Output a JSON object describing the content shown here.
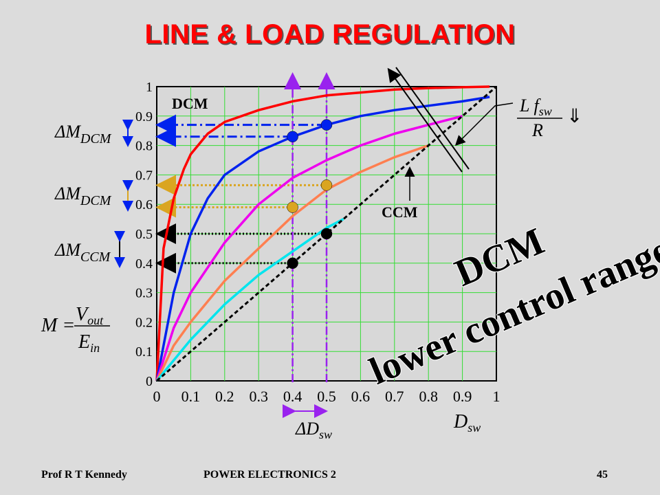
{
  "title": "LINE & LOAD REGULATION",
  "footer": {
    "author": "Prof R T Kennedy",
    "course": "POWER ELECTRONICS 2",
    "page": "45"
  },
  "labels": {
    "dcm": "DCM",
    "ccm": "CCM",
    "dcm_big": "DCM",
    "lower_control_range": "lower control range",
    "delta_m": "ΔM",
    "sub_dcm": "DCM",
    "sub_ccm": "CCM",
    "m_eq_lhs": "M =",
    "v_out": "V",
    "v_out_sub": "out",
    "e_in": "E",
    "e_in_sub": "in",
    "l_fsw": "L f",
    "fsw_sub": "sw",
    "r": "R",
    "down_arrow": "⇓",
    "delta_d": "ΔD",
    "d_sw": "D",
    "sw_sub": "sw"
  },
  "colors": {
    "title": "#ff0000",
    "background": "#dcdcdc",
    "grid": "#33dd33"
  },
  "chart_data": {
    "type": "line",
    "xlim": [
      0,
      1
    ],
    "ylim": [
      0,
      1
    ],
    "grid": true,
    "xticks": [
      "0",
      "0.1",
      "0.2",
      "0.3",
      "0.4",
      "0.5",
      "0.6",
      "0.7",
      "0.8",
      "0.9",
      "1"
    ],
    "yticks": [
      "0",
      "0.1",
      "0.2",
      "0.3",
      "0.4",
      "0.5",
      "0.6",
      "0.7",
      "0.8",
      "0.9",
      "1"
    ],
    "series": [
      {
        "color": "#ff0000",
        "x": [
          0,
          0.02,
          0.05,
          0.08,
          0.1,
          0.15,
          0.2,
          0.3,
          0.4,
          0.5,
          0.6,
          0.7,
          0.8,
          0.9,
          0.98
        ],
        "y": [
          0,
          0.45,
          0.62,
          0.72,
          0.77,
          0.84,
          0.88,
          0.92,
          0.95,
          0.97,
          0.98,
          0.99,
          0.995,
          0.998,
          1.0
        ]
      },
      {
        "color": "#0022ee",
        "x": [
          0,
          0.05,
          0.1,
          0.15,
          0.2,
          0.3,
          0.4,
          0.5,
          0.6,
          0.7,
          0.8,
          0.9,
          0.98
        ],
        "y": [
          0,
          0.3,
          0.5,
          0.62,
          0.7,
          0.78,
          0.83,
          0.87,
          0.9,
          0.92,
          0.935,
          0.95,
          0.965
        ]
      },
      {
        "color": "#ee00ee",
        "x": [
          0,
          0.05,
          0.1,
          0.2,
          0.3,
          0.4,
          0.5,
          0.6,
          0.7,
          0.8,
          0.9
        ],
        "y": [
          0,
          0.18,
          0.3,
          0.47,
          0.6,
          0.69,
          0.75,
          0.8,
          0.84,
          0.87,
          0.9
        ]
      },
      {
        "color": "#ff7f50",
        "x": [
          0,
          0.05,
          0.1,
          0.2,
          0.3,
          0.4,
          0.5,
          0.6,
          0.7,
          0.8
        ],
        "y": [
          0,
          0.12,
          0.2,
          0.34,
          0.45,
          0.56,
          0.65,
          0.71,
          0.76,
          0.8
        ]
      },
      {
        "color": "#00e5ee",
        "x": [
          0,
          0.1,
          0.2,
          0.3,
          0.4,
          0.5,
          0.55
        ],
        "y": [
          0,
          0.14,
          0.26,
          0.36,
          0.44,
          0.52,
          0.55
        ]
      },
      {
        "color": "#000000",
        "dashed": true,
        "x": [
          0,
          1
        ],
        "y": [
          0,
          1
        ]
      }
    ],
    "markers": [
      {
        "x": 0.4,
        "y": 0.83,
        "color": "#0022ee"
      },
      {
        "x": 0.5,
        "y": 0.87,
        "color": "#0022ee"
      },
      {
        "x": 0.4,
        "y": 0.59,
        "color": "#daa520"
      },
      {
        "x": 0.5,
        "y": 0.665,
        "color": "#daa520"
      },
      {
        "x": 0.4,
        "y": 0.4,
        "color": "#000000"
      },
      {
        "x": 0.5,
        "y": 0.5,
        "color": "#000000"
      }
    ],
    "vlines": [
      {
        "x": 0.4
      },
      {
        "x": 0.5
      }
    ]
  }
}
